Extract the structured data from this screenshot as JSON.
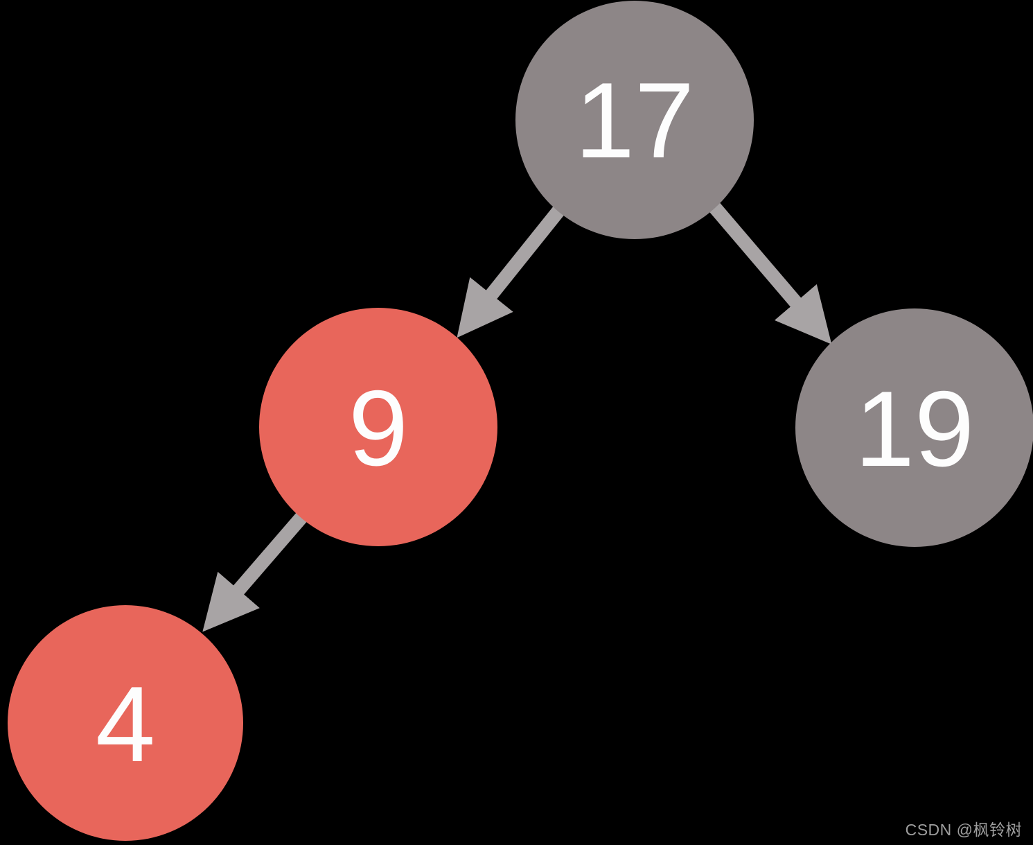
{
  "diagram": {
    "type": "binary-tree",
    "background": "#000000",
    "colors": {
      "node_gray": "#8d8687",
      "node_red": "#e8665b",
      "arrow": "#a8a4a5",
      "label": "#fdfdfd",
      "watermark": "#9e9e9e"
    },
    "nodes": [
      {
        "label": "17",
        "color": "#8d8687"
      },
      {
        "label": "9",
        "color": "#e8665b"
      },
      {
        "label": "19",
        "color": "#8d8687"
      },
      {
        "label": "4",
        "color": "#e8665b"
      }
    ],
    "edges": [
      {
        "from": "17",
        "to": "9"
      },
      {
        "from": "17",
        "to": "19"
      },
      {
        "from": "9",
        "to": "4"
      }
    ],
    "watermark": "CSDN @枫铃树"
  }
}
